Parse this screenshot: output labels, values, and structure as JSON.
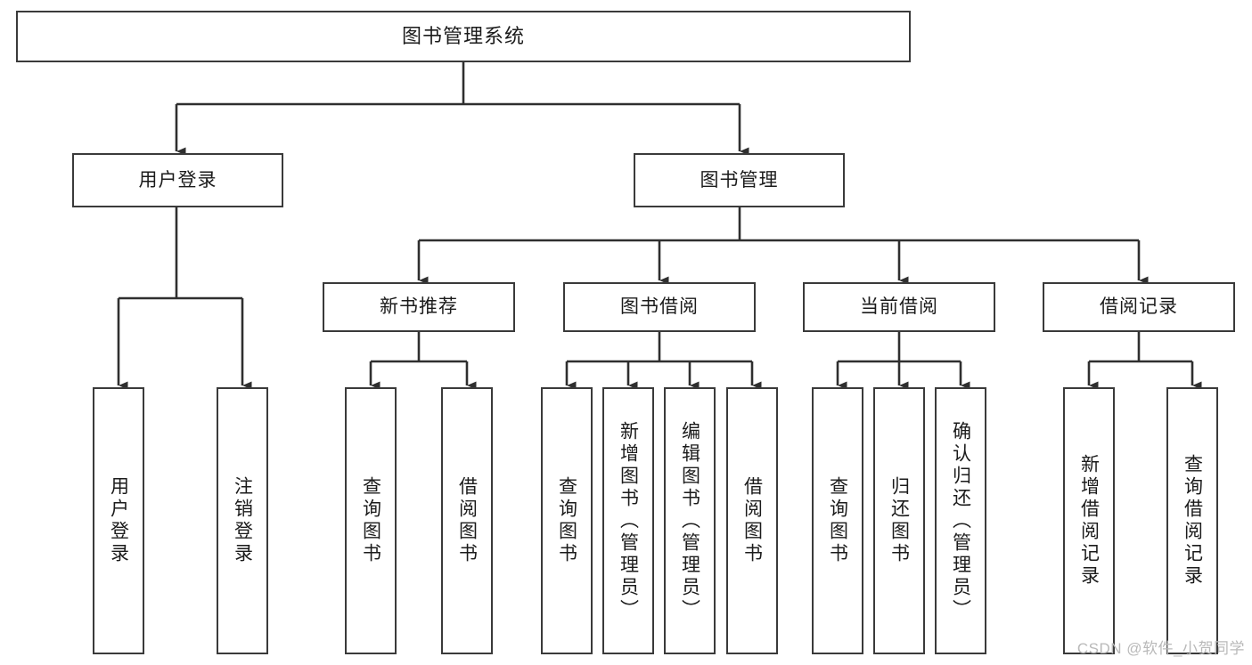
{
  "diagram": {
    "type": "tree-hierarchy",
    "title": "图书管理系统",
    "orientation": "top-down",
    "colors": {
      "node_border": "#3a3a3a",
      "node_fill": "#ffffff",
      "edge": "#2f2f2f",
      "text": "#1b1b1b",
      "watermark": "#b9b9b9",
      "background": "#ffffff"
    },
    "root": {
      "label": "图书管理系统"
    },
    "level2": [
      {
        "id": "user-login",
        "label": "用户登录"
      },
      {
        "id": "book-management",
        "label": "图书管理"
      }
    ],
    "level3": [
      {
        "id": "new-book-recommend",
        "label": "新书推荐"
      },
      {
        "id": "book-borrow",
        "label": "图书借阅"
      },
      {
        "id": "current-borrow",
        "label": "当前借阅"
      },
      {
        "id": "borrow-record",
        "label": "借阅记录"
      }
    ],
    "leaves": {
      "user_login": [
        {
          "id": "leaf-user-login",
          "label": "用户登录"
        },
        {
          "id": "leaf-logout-login",
          "label": "注销登录"
        }
      ],
      "new_book_recommend": [
        {
          "id": "leaf-query-book-1",
          "label": "查询图书"
        },
        {
          "id": "leaf-borrow-book-1",
          "label": "借阅图书"
        }
      ],
      "book_borrow": [
        {
          "id": "leaf-query-book-2",
          "label": "查询图书"
        },
        {
          "id": "leaf-add-book",
          "label": "新增图书（管理员）"
        },
        {
          "id": "leaf-edit-book",
          "label": "编辑图书（管理员）"
        },
        {
          "id": "leaf-borrow-book-2",
          "label": "借阅图书"
        }
      ],
      "current_borrow": [
        {
          "id": "leaf-query-book-3",
          "label": "查询图书"
        },
        {
          "id": "leaf-return-book",
          "label": "归还图书"
        },
        {
          "id": "leaf-confirm-return",
          "label": "确认归还（管理员）"
        }
      ],
      "borrow_record": [
        {
          "id": "leaf-add-record",
          "label": "新增借阅记录"
        },
        {
          "id": "leaf-query-record",
          "label": "查询借阅记录"
        }
      ]
    }
  },
  "watermark": {
    "text": "CSDN @软件_小贺同学"
  }
}
